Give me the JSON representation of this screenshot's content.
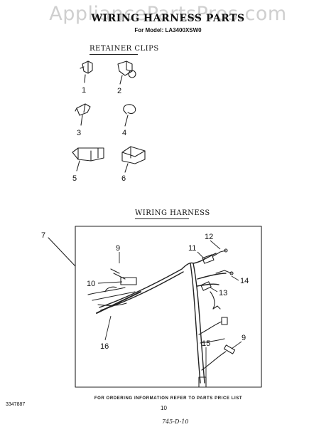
{
  "watermark": "AppliancePartsPros.com",
  "header": {
    "title": "WIRING HARNESS PARTS",
    "model": "For Model: LA3400XSW0"
  },
  "sections": {
    "retainer_clips": "RETAINER CLIPS",
    "wiring_harness": "WIRING HARNESS"
  },
  "clip_labels": [
    "1",
    "2",
    "3",
    "4",
    "5",
    "6"
  ],
  "harness_callouts": [
    "7",
    "9",
    "10",
    "11",
    "12",
    "13",
    "14",
    "15",
    "9",
    "16"
  ],
  "footer": {
    "ordering_note": "FOR ORDERING INFORMATION REFER TO PARTS PRICE LIST",
    "doc_number": "3347887",
    "page_number": "10",
    "handwritten_note": "745-D-10"
  }
}
